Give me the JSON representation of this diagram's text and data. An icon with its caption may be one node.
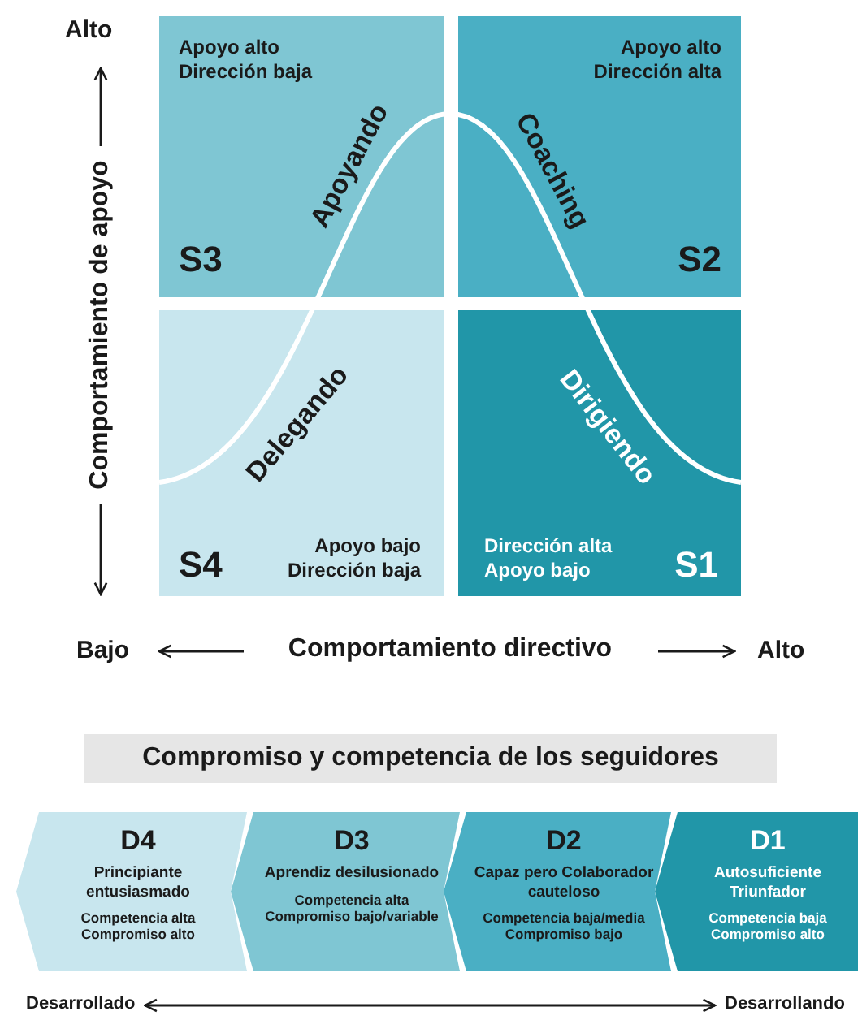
{
  "diagram": {
    "nodes": [
      {
        "text": [
          "Apoyo alto Dirección baja",
          "Apoyando",
          "S3"
        ]
      },
      {
        "text": [
          "Apoyo alto Dirección alta",
          "Coaching",
          "S2"
        ]
      },
      {
        "text": [
          "Delegando",
          "S4",
          "Apoyo bajo Dirección baja"
        ]
      },
      {
        "text": [
          "Dirigiendo",
          "Dirección alta Apoyo bajo",
          "S1"
        ]
      },
      {
        "text": [
          "Compromiso y competencia de los seguidores"
        ]
      },
      {
        "text": [
          "D4",
          "Principiante entusiasmado",
          "Competencia alta Compromiso alto"
        ]
      },
      {
        "text": [
          "D3",
          "Aprendiz desilusionado",
          "Competencia alta Compromiso bajo/variable"
        ]
      },
      {
        "text": [
          "D2",
          "Capaz pero Colaborador cauteloso",
          "Competencia baja/media Compromiso bajo"
        ]
      },
      {
        "text": [
          "D1",
          "Autosuficiente Triunfador",
          "Competencia baja Compromiso alto"
        ]
      },
      {
        "text": [
          "Desarrollado"
        ]
      },
      {
        "text": [
          "Desarrollando"
        ]
      }
    ],
    "edges": [
      {
        "from": 9,
        "to": 10,
        "arrow": "both"
      }
    ],
    "labels": [
      "Alto",
      "Comportamiento de apoyo",
      "Bajo",
      "Comportamiento directivo",
      "Alto"
    ]
  }
}
